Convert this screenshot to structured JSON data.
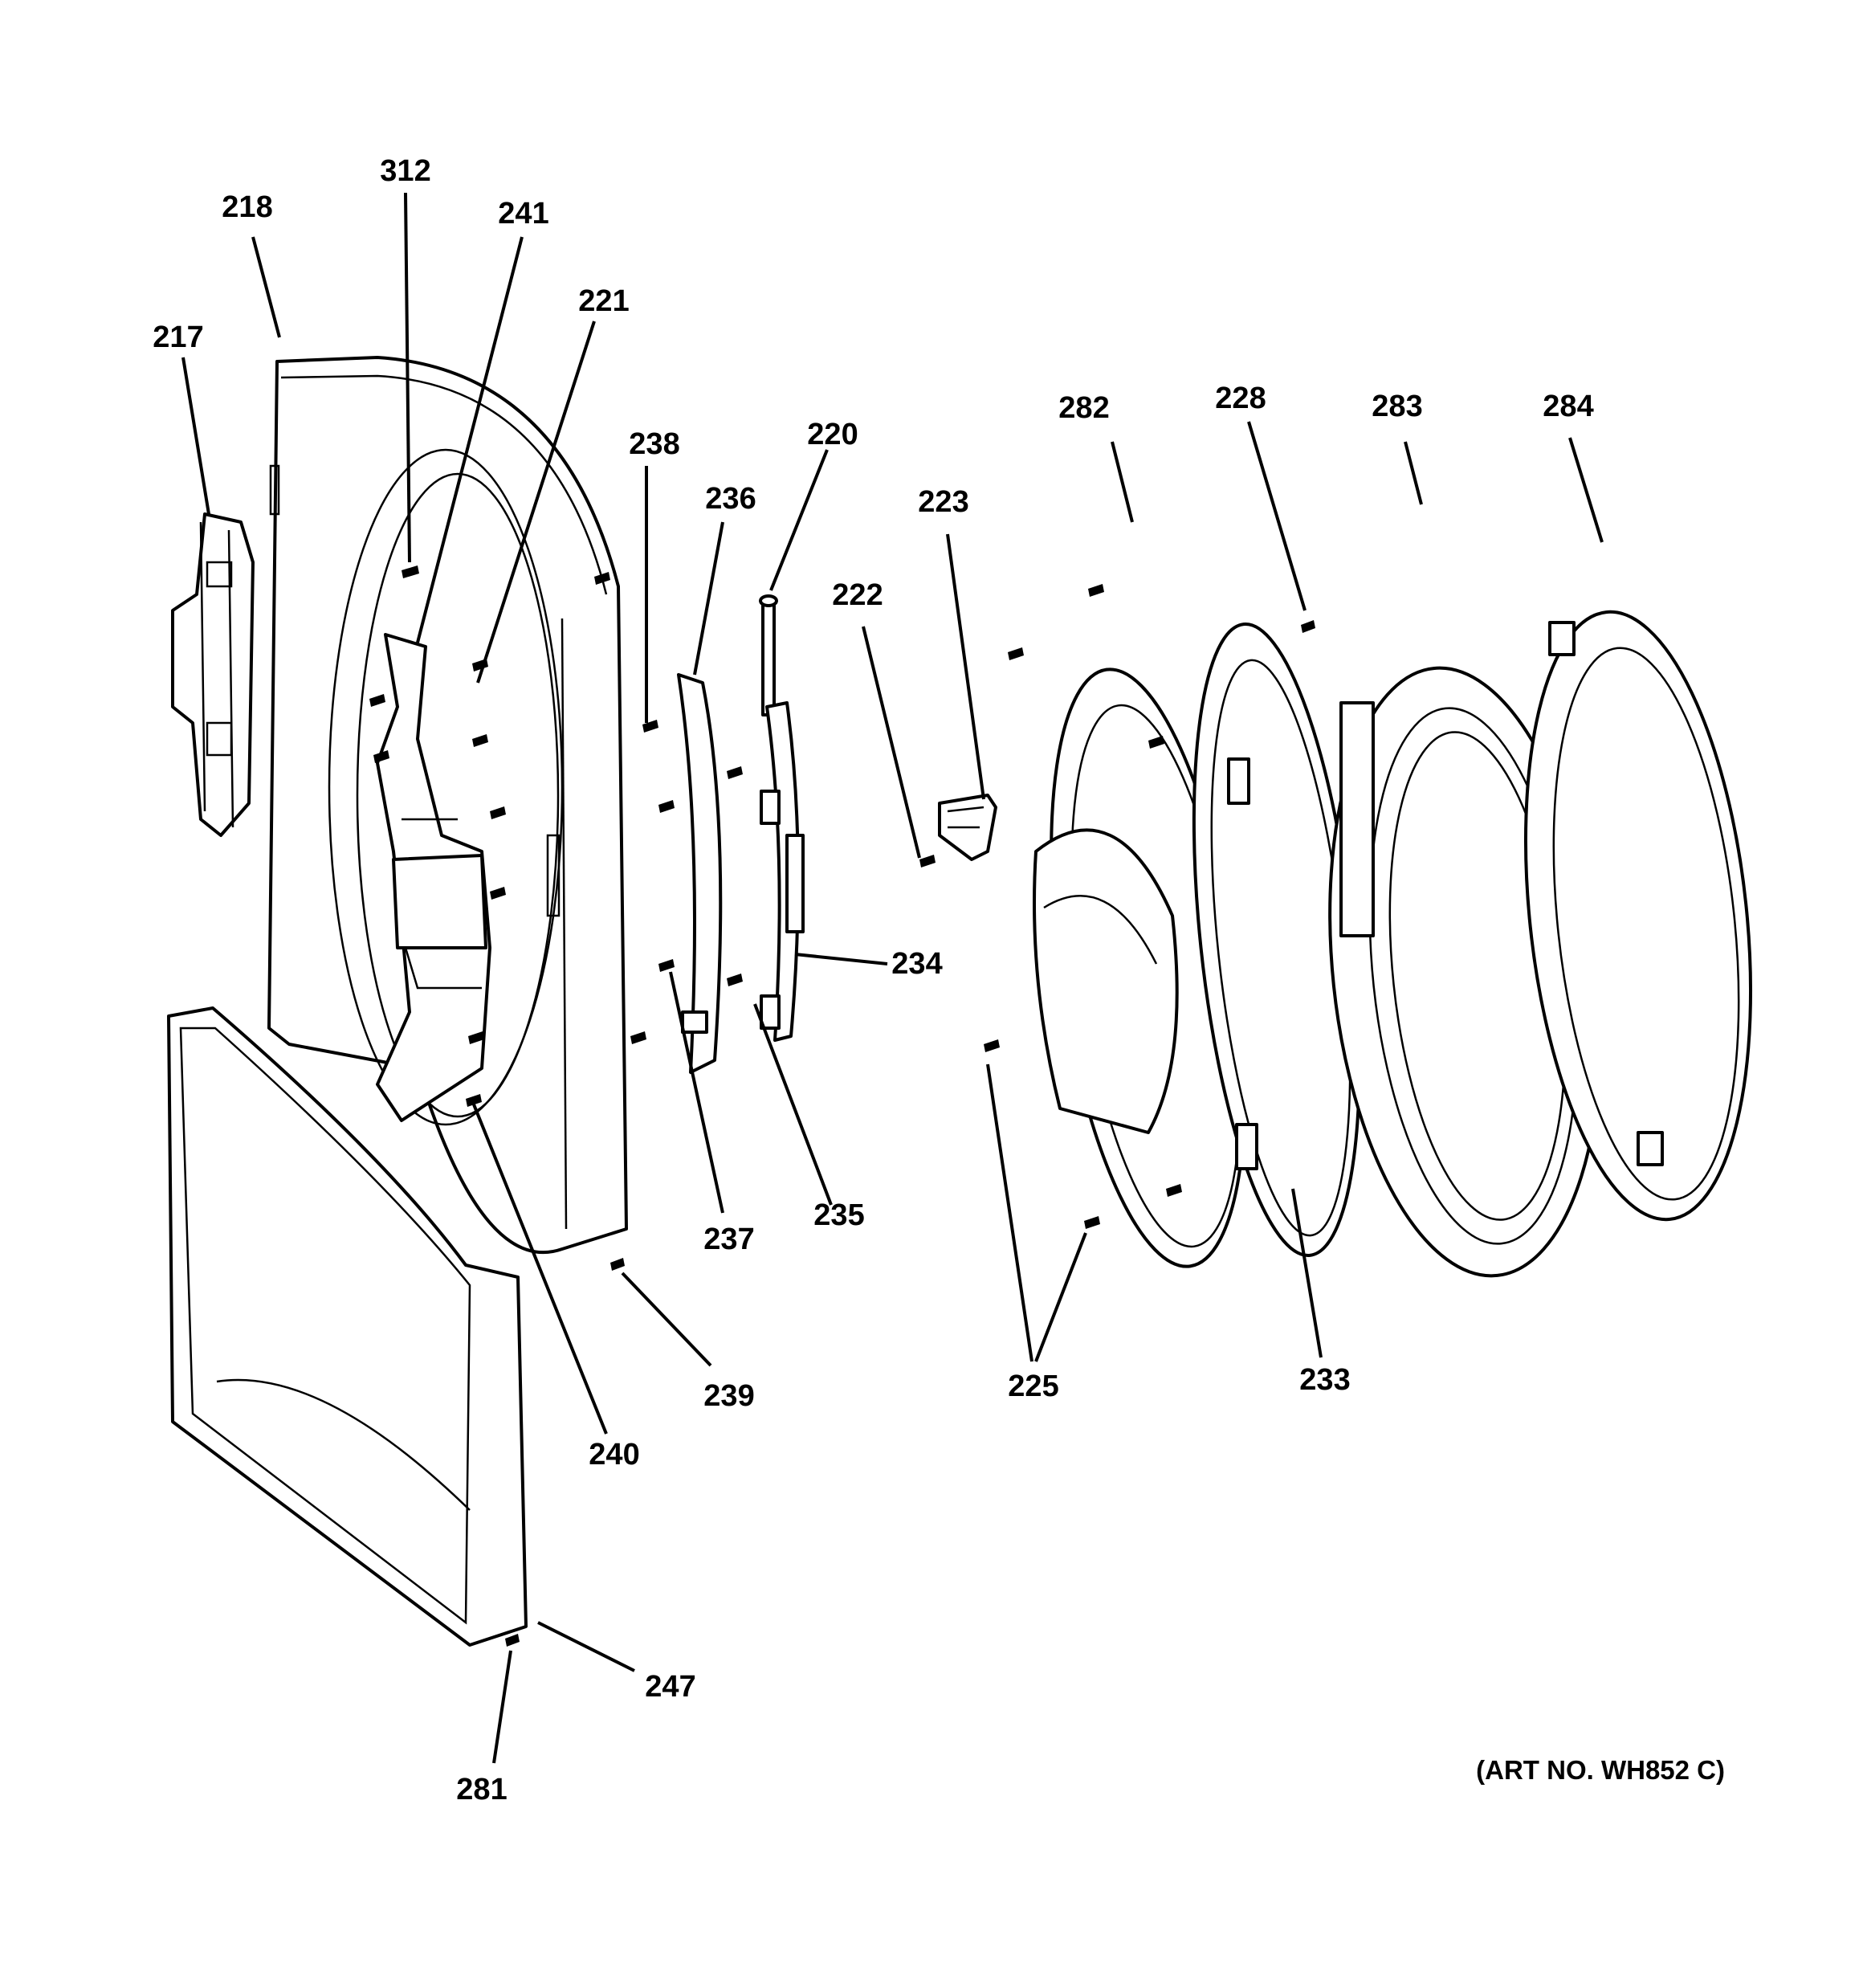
{
  "diagram": {
    "callouts": {
      "c312": "312",
      "c218": "218",
      "c241": "241",
      "c221": "221",
      "c217": "217",
      "c238": "238",
      "c220": "220",
      "c236": "236",
      "c223": "223",
      "c222": "222",
      "c282": "282",
      "c228": "228",
      "c283": "283",
      "c284": "284",
      "c234": "234",
      "c237": "237",
      "c235": "235",
      "c239": "239",
      "c240": "240",
      "c225": "225",
      "c233": "233",
      "c247": "247",
      "c281": "281"
    },
    "art_number": "(ART NO. WH852 C)"
  }
}
